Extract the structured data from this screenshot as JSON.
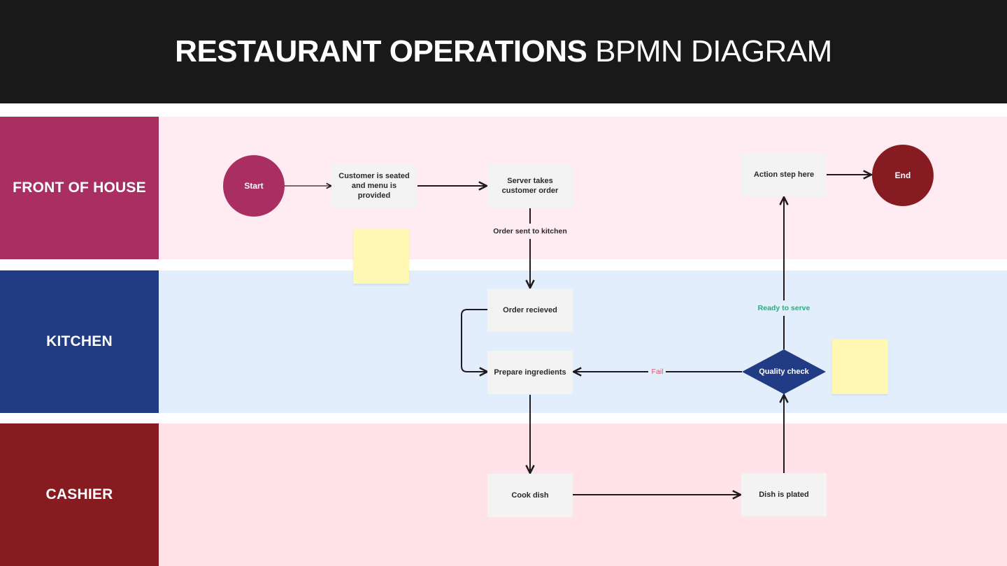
{
  "title": {
    "bold": "RESTAURANT OPERATIONS",
    "regular": "BPMN DIAGRAM"
  },
  "colors": {
    "header_bg": "#1a1919",
    "front_of_house": "#a92f62",
    "front_of_house_bg": "#ffecf3",
    "kitchen": "#213c85",
    "kitchen_bg": "#e3eefc",
    "cashier": "#861c22",
    "cashier_bg": "#ffe3e8",
    "task_bg": "#f3f3f3",
    "start": "#a92f62",
    "end": "#861c22",
    "gateway": "#213c85",
    "ready_label": "#1bb57a",
    "fail_label": "#e0546b",
    "sticky": "#fff8b5"
  },
  "lanes": [
    {
      "id": "front_of_house",
      "label": "FRONT OF HOUSE"
    },
    {
      "id": "kitchen",
      "label": "KITCHEN"
    },
    {
      "id": "cashier",
      "label": "CASHIER"
    }
  ],
  "events": {
    "start": "Start",
    "end": "End"
  },
  "tasks": {
    "seated": "Customer is seated and menu is provided",
    "server": "Server takes customer order",
    "action": "Action step here",
    "received": "Order recieved",
    "prepare": "Prepare ingredients",
    "cook": "Cook dish",
    "plated": "Dish is plated"
  },
  "gateway": {
    "label": "Quality check"
  },
  "edge_labels": {
    "to_kitchen": "Order sent to kitchen",
    "ready": "Ready to serve",
    "fail": "Fail"
  },
  "sticky_notes": [
    {
      "text": ""
    },
    {
      "text": ""
    }
  ]
}
